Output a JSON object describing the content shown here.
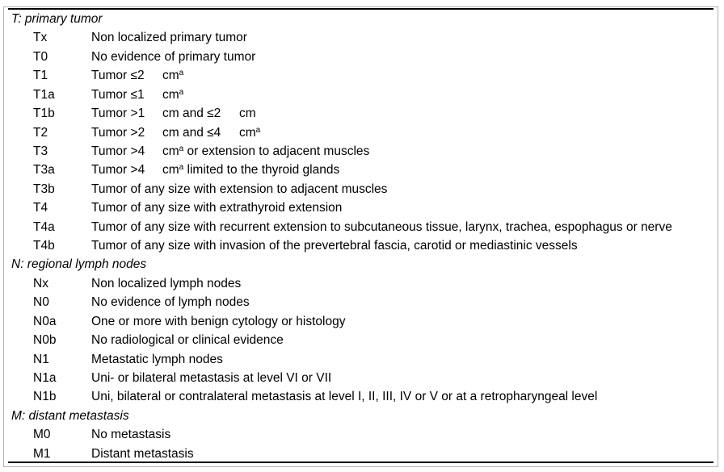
{
  "table": {
    "sections": [
      {
        "header": "T: primary tumor",
        "rows": [
          {
            "code": "Tx",
            "desc": "Non localized primary tumor"
          },
          {
            "code": "T0",
            "desc": "No evidence of primary tumor"
          },
          {
            "code": "T1",
            "desc": "Tumor ≤2\tcm^a"
          },
          {
            "code": "T1a",
            "desc": "Tumor ≤1\tcm^a"
          },
          {
            "code": "T1b",
            "desc": "Tumor >1\tcm and ≤2\tcm"
          },
          {
            "code": "T2",
            "desc": "Tumor >2\tcm and ≤4\tcm^a"
          },
          {
            "code": "T3",
            "desc": "Tumor >4\tcm^a or extension to adjacent muscles"
          },
          {
            "code": "T3a",
            "desc": "Tumor >4\tcm^a limited to the thyroid glands"
          },
          {
            "code": "T3b",
            "desc": "Tumor of any size with extension to adjacent muscles"
          },
          {
            "code": "T4",
            "desc": "Tumor of any size with extrathyroid extension"
          },
          {
            "code": "T4a",
            "desc": "Tumor of any size with recurrent extension to subcutaneous tissue, larynx, trachea, espophagus or nerve"
          },
          {
            "code": "T4b",
            "desc": "Tumor of any size with invasion of the prevertebral fascia, carotid or mediastinic vessels"
          }
        ]
      },
      {
        "header": "N: regional lymph nodes",
        "rows": [
          {
            "code": "Nx",
            "desc": "Non localized lymph nodes"
          },
          {
            "code": "N0",
            "desc": "No evidence of lymph nodes"
          },
          {
            "code": "N0a",
            "desc": "One or more with benign cytology or histology"
          },
          {
            "code": "N0b",
            "desc": "No radiological or clinical evidence"
          },
          {
            "code": "N1",
            "desc": "Metastatic lymph nodes"
          },
          {
            "code": "N1a",
            "desc": "Uni- or bilateral metastasis at level VI or VII"
          },
          {
            "code": "N1b",
            "desc": "Uni, bilateral or contralateral metastasis at level I, II, III, IV or V or at a retropharyngeal level"
          }
        ]
      },
      {
        "header": "M: distant metastasis",
        "rows": [
          {
            "code": "M0",
            "desc": "No metastasis"
          },
          {
            "code": "M1",
            "desc": "Distant metastasis"
          }
        ]
      }
    ],
    "rule_color": "#000000",
    "frame_border_color": "#b3b3b3"
  }
}
